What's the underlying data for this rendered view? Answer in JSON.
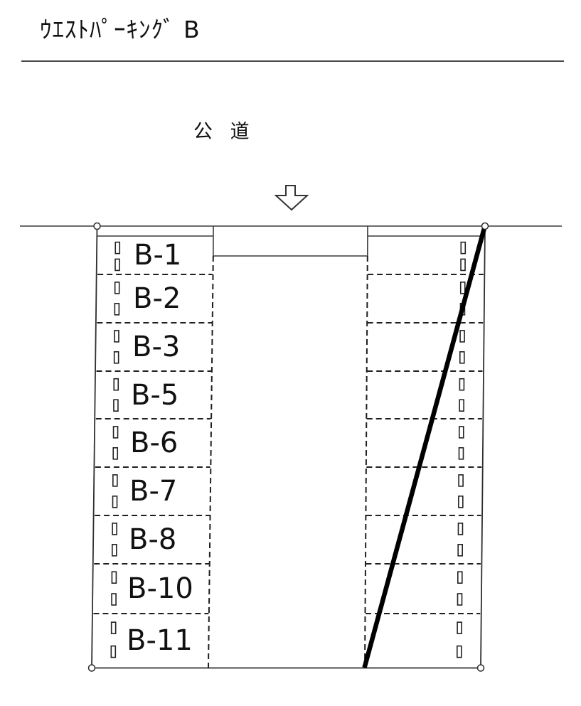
{
  "title": "ｳｴｽﾄﾊﾟｰｷﾝｸﾞ B",
  "road": {
    "label": "公 道",
    "entrance_icon": "down-arrow"
  },
  "colors": {
    "background": "#ffffff",
    "line": "#3a3a3a",
    "dashed_line": "#1f1f1f",
    "diagonal_strike": "#000000",
    "text": "#111111"
  },
  "parking": {
    "left_column": {
      "spaces": [
        {
          "label": "B-1"
        },
        {
          "label": "B-2"
        },
        {
          "label": "B-3"
        },
        {
          "label": "B-5"
        },
        {
          "label": "B-6"
        },
        {
          "label": "B-7"
        },
        {
          "label": "B-8"
        },
        {
          "label": "B-10"
        },
        {
          "label": "B-11"
        }
      ]
    },
    "right_column": {
      "space_count": 9,
      "struck_through": true
    }
  }
}
